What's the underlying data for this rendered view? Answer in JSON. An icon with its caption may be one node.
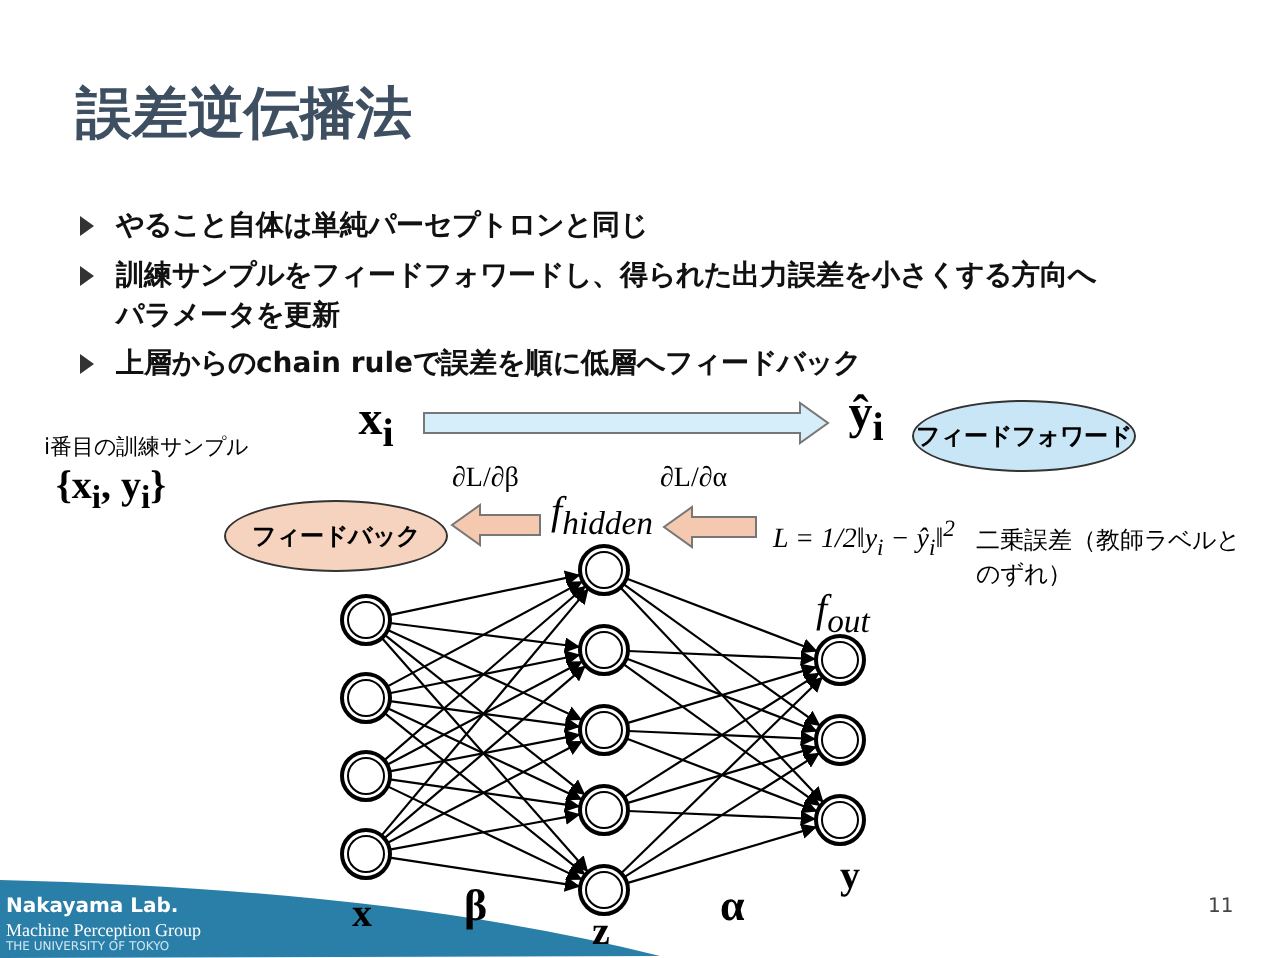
{
  "diagram": {
    "title": "誤差逆伝播法",
    "nodes": [
      {
        "text": [
          "x$_{i}$"
        ]
      },
      {
        "text": [
          "ŷ$_{i}$"
        ]
      },
      {
        "text": [
          "フィードフォワード"
        ]
      },
      {
        "text": [
          "フィードバック"
        ]
      },
      {
        "text": [],
        "shape": "circle"
      },
      {
        "text": [],
        "shape": "circle"
      },
      {
        "text": [],
        "shape": "circle"
      },
      {
        "text": [],
        "shape": "circle"
      },
      {
        "text": [],
        "shape": "circle"
      },
      {
        "text": [],
        "shape": "circle"
      },
      {
        "text": [],
        "shape": "circle"
      },
      {
        "text": [],
        "shape": "circle"
      },
      {
        "text": [],
        "shape": "circle"
      },
      {
        "text": [],
        "shape": "circle"
      },
      {
        "text": [],
        "shape": "circle"
      },
      {
        "text": [],
        "shape": "circle"
      },
      {
        "text": [
          "f$_{hidden}$"
        ]
      },
      {
        "text": [
          "L = 1/2‖y$_{i}$ − ŷ$_{i}$‖$^{2}$"
        ]
      }
    ],
    "edges": [
      {
        "from": 0,
        "to": 1,
        "arrow": "to",
        "color": "#d6eef9"
      },
      {
        "from": 17,
        "to": 16,
        "arrow": "to",
        "color": "#f5c8b0"
      },
      {
        "from": 16,
        "to": 3,
        "arrow": "to",
        "color": "#f5c8b0"
      },
      {
        "from": 4,
        "to": 8,
        "arrow": "to"
      },
      {
        "from": 4,
        "to": 9,
        "arrow": "to"
      },
      {
        "from": 4,
        "to": 10,
        "arrow": "to"
      },
      {
        "from": 4,
        "to": 11,
        "arrow": "to"
      },
      {
        "from": 4,
        "to": 12,
        "arrow": "to"
      },
      {
        "from": 5,
        "to": 8,
        "arrow": "to"
      },
      {
        "from": 5,
        "to": 9,
        "arrow": "to"
      },
      {
        "from": 5,
        "to": 10,
        "arrow": "to"
      },
      {
        "from": 5,
        "to": 11,
        "arrow": "to"
      },
      {
        "from": 5,
        "to": 12,
        "arrow": "to"
      },
      {
        "from": 6,
        "to": 8,
        "arrow": "to"
      },
      {
        "from": 6,
        "to": 9,
        "arrow": "to"
      },
      {
        "from": 6,
        "to": 10,
        "arrow": "to"
      },
      {
        "from": 6,
        "to": 11,
        "arrow": "to"
      },
      {
        "from": 6,
        "to": 12,
        "arrow": "to"
      },
      {
        "from": 7,
        "to": 8,
        "arrow": "to"
      },
      {
        "from": 7,
        "to": 9,
        "arrow": "to"
      },
      {
        "from": 7,
        "to": 10,
        "arrow": "to"
      },
      {
        "from": 7,
        "to": 11,
        "arrow": "to"
      },
      {
        "from": 7,
        "to": 12,
        "arrow": "to"
      },
      {
        "from": 8,
        "to": 13,
        "arrow": "to"
      },
      {
        "from": 8,
        "to": 14,
        "arrow": "to"
      },
      {
        "from": 8,
        "to": 15,
        "arrow": "to"
      },
      {
        "from": 9,
        "to": 13,
        "arrow": "to"
      },
      {
        "from": 9,
        "to": 14,
        "arrow": "to"
      },
      {
        "from": 9,
        "to": 15,
        "arrow": "to"
      },
      {
        "from": 10,
        "to": 13,
        "arrow": "to"
      },
      {
        "from": 10,
        "to": 14,
        "arrow": "to"
      },
      {
        "from": 10,
        "to": 15,
        "arrow": "to"
      },
      {
        "from": 11,
        "to": 13,
        "arrow": "to"
      },
      {
        "from": 11,
        "to": 14,
        "arrow": "to"
      },
      {
        "from": 11,
        "to": 15,
        "arrow": "to"
      },
      {
        "from": 12,
        "to": 13,
        "arrow": "to"
      },
      {
        "from": 12,
        "to": 14,
        "arrow": "to"
      },
      {
        "from": 12,
        "to": 15,
        "arrow": "to"
      }
    ],
    "labels": [
      "やること自体は単純パーセプトロンと同じ",
      "訓練サンプルをフィードフォワードし、得られた出力誤差を小さくする方向へパラメータを更新",
      "上層からのchain ruleで誤差を順に低層へフィードバック",
      "i番目の訓練サンプル",
      "{x$_{i}$, y$_{i}$}",
      "∂L/∂β",
      "∂L/∂α",
      "二乗誤差（教師ラベルとのずれ）",
      "f$_{out}$",
      "x",
      "β",
      "α",
      "y",
      "z",
      "Nakayama Lab.",
      "Machine Perception Group",
      "THE UNIVERSITY OF TOKYO",
      "11"
    ]
  }
}
